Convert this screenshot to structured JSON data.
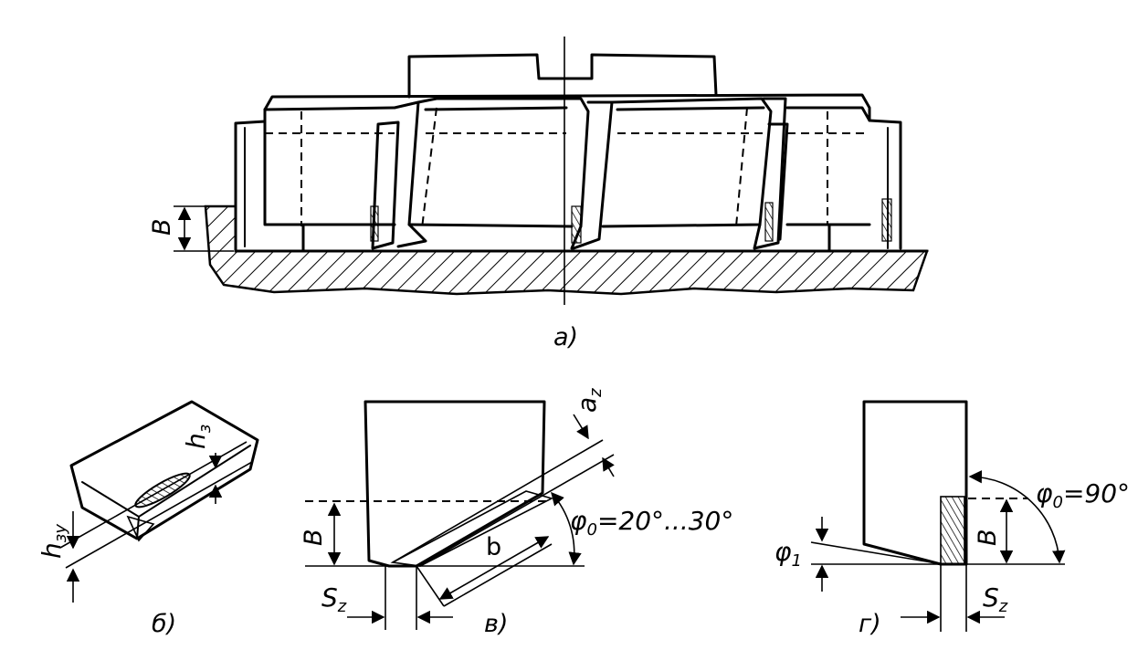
{
  "figure": {
    "a": {
      "caption": "а)",
      "dim_label": "B"
    },
    "b": {
      "caption": "б)",
      "label_hz": "h",
      "label_hz_sub": "з",
      "label_hzu": "h",
      "label_hzu_sub": "зу"
    },
    "v": {
      "caption": "в)",
      "label_B": "B",
      "label_b": "b",
      "label_Sz": "S",
      "label_Sz_sub": "z",
      "label_az": "a",
      "label_az_sub": "z",
      "label_phi": "φ",
      "label_phi_sub": "0",
      "label_phi_value": "=20°...30°"
    },
    "g": {
      "caption": "г)",
      "label_B": "B",
      "label_Sz": "S",
      "label_Sz_sub": "z",
      "label_phi1": "φ",
      "label_phi1_sub": "1",
      "label_phi0": "φ",
      "label_phi0_sub": "0",
      "label_phi0_value": "=90°"
    }
  }
}
